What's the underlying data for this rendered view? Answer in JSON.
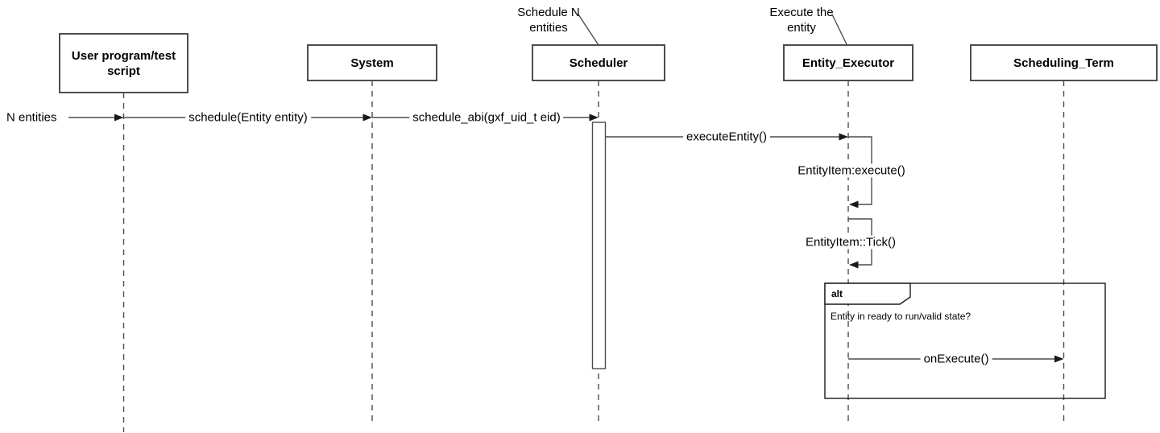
{
  "diagram": {
    "kind": "uml-sequence-diagram",
    "colors": {
      "background": "#ffffff",
      "line": "#4d4d4d",
      "arrowhead": "#1a1a1a",
      "fragment_border": "#1a1a1a",
      "text": "#000000"
    }
  },
  "lifelines": [
    {
      "label": "User program/test script"
    },
    {
      "label": "System"
    },
    {
      "label": "Scheduler"
    },
    {
      "label": "Entity_Executor"
    },
    {
      "label": "Scheduling_Term"
    }
  ],
  "annotations": [
    {
      "text": "Schedule N entities",
      "points_to": "Scheduler"
    },
    {
      "text": "Execute the entity",
      "points_to": "Entity_Executor"
    }
  ],
  "messages": [
    {
      "label": "N entities",
      "kind": "external-in",
      "to": "User program/test script"
    },
    {
      "label": "schedule(Entity entity)",
      "kind": "call",
      "from": "User program/test script",
      "to": "System"
    },
    {
      "label": "schedule_abi(gxf_uid_t eid)",
      "kind": "call",
      "from": "System",
      "to": "Scheduler"
    },
    {
      "label": "executeEntity()",
      "kind": "call",
      "from": "Scheduler",
      "to": "Entity_Executor"
    },
    {
      "label": "EntityItem:execute()",
      "kind": "self",
      "on": "Entity_Executor"
    },
    {
      "label": "EntityItem::Tick()",
      "kind": "self",
      "on": "Entity_Executor"
    },
    {
      "label": "onExecute()",
      "kind": "call",
      "from": "Entity_Executor",
      "to": "Scheduling_Term"
    }
  ],
  "fragment": {
    "operator": "alt",
    "condition": "Entity in ready to run/valid state?"
  }
}
